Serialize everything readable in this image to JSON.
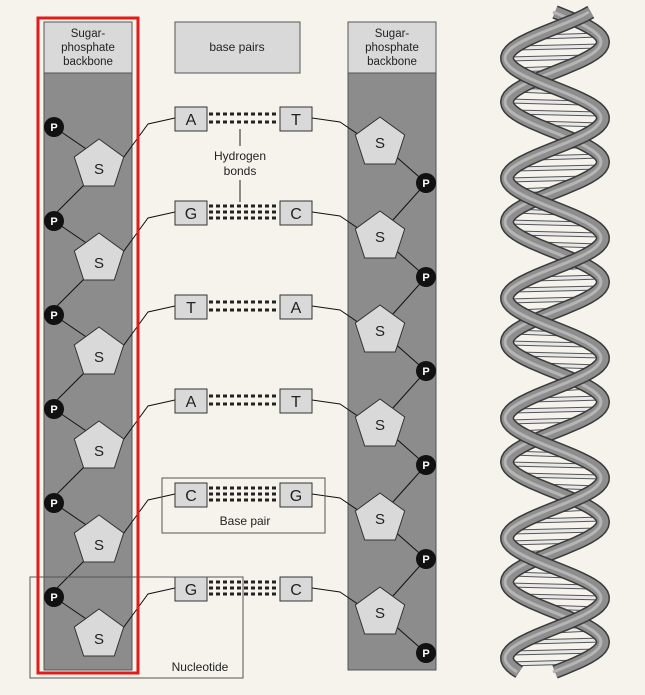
{
  "left_backbone": {
    "header": [
      "Sugar-",
      "phosphate",
      "backbone"
    ]
  },
  "right_backbone": {
    "header": [
      "Sugar-",
      "phosphate",
      "backbone"
    ]
  },
  "base_pairs_header": "base pairs",
  "pairs": [
    {
      "left": "A",
      "right": "T"
    },
    {
      "left": "G",
      "right": "C"
    },
    {
      "left": "T",
      "right": "A"
    },
    {
      "left": "A",
      "right": "T"
    },
    {
      "left": "C",
      "right": "G"
    },
    {
      "left": "G",
      "right": "C"
    }
  ],
  "phosphate_label": "P",
  "sugar_label": "S",
  "hydrogen_bonds_label": [
    "Hydrogen",
    "bonds"
  ],
  "base_pair_label": "Base pair",
  "nucleotide_label": "Nucleotide",
  "colors": {
    "background": "#f5f3ec",
    "backbone_fill": "#8c8c8c",
    "base_fill": "#d9d9d9",
    "highlight": "#e11a1a",
    "phosphate": "#111111",
    "helix": "#8e8e8e"
  }
}
